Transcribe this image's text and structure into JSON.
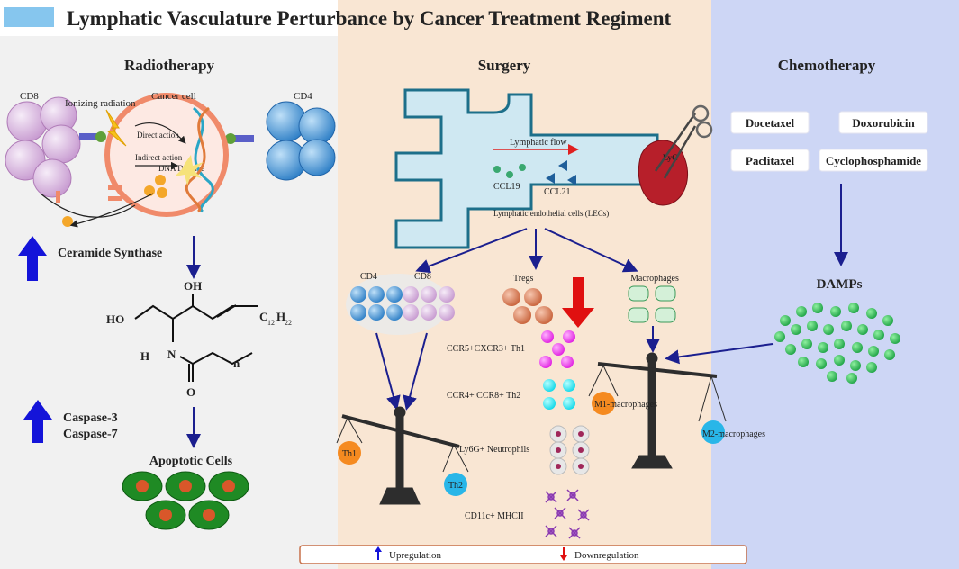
{
  "title": "Lymphatic Vasculature Perturbance by Cancer Treatment Regiment",
  "colors": {
    "radio_bg": "#f1f1f1",
    "surgery_bg": "#f9e6d3",
    "chemo_bg": "#cdd6f5",
    "arrow": "#1b1f8f",
    "up_arrow": "#1414d9",
    "down_arrow": "#e01010"
  },
  "radiotherapy": {
    "header": "Radiotherapy",
    "cd8": "CD8",
    "cd4": "CD4",
    "ionizing": "Ionizing radiation",
    "cancer_cell": "Cancer cell",
    "direct": "Direct action",
    "indirect": "Indirect action",
    "dna_damage": "DNA Damage",
    "ceramide": "Ceramide Synthase",
    "caspase3": "Caspase-3",
    "caspase7": "Caspase-7",
    "apoptotic": "Apoptotic Cells",
    "mol_ho": "HO",
    "mol_oh": "OH",
    "mol_h": "H",
    "mol_n": "N",
    "mol_o": "O",
    "mol_chain": "C",
    "mol_12": "12",
    "mol_h2": "H",
    "mol_22": "22",
    "mol_nsub": "n"
  },
  "surgery": {
    "header": "Surgery",
    "flow": "Lymphatic flow",
    "lyg": "LyG",
    "ccl19": "CCL19",
    "ccl21": "CCL21",
    "lecs": "Lymphatic endothelial cells (LECs)",
    "cd4": "CD4",
    "cd8": "CD8",
    "tregs": "Tregs",
    "macrophages": "Macrophages",
    "th1_pop": "CCR5+CXCR3+ Th1",
    "th2_pop": "CCR4+ CCR8+ Th2",
    "neutrophils": "Ly6G+ Neutrophils",
    "cd11c": "CD11c+ MHCII",
    "th1": "Th1",
    "th2": "Th2",
    "m1": "M1-macrophages",
    "m2": "M2-macrophages"
  },
  "chemotherapy": {
    "header": "Chemotherapy",
    "drugs": [
      "Docetaxel",
      "Doxorubicin",
      "Paclitaxel",
      "Cyclophosphamide"
    ],
    "damps": "DAMPs"
  },
  "legend": {
    "up": "Upregulation",
    "down": "Downregulation"
  }
}
